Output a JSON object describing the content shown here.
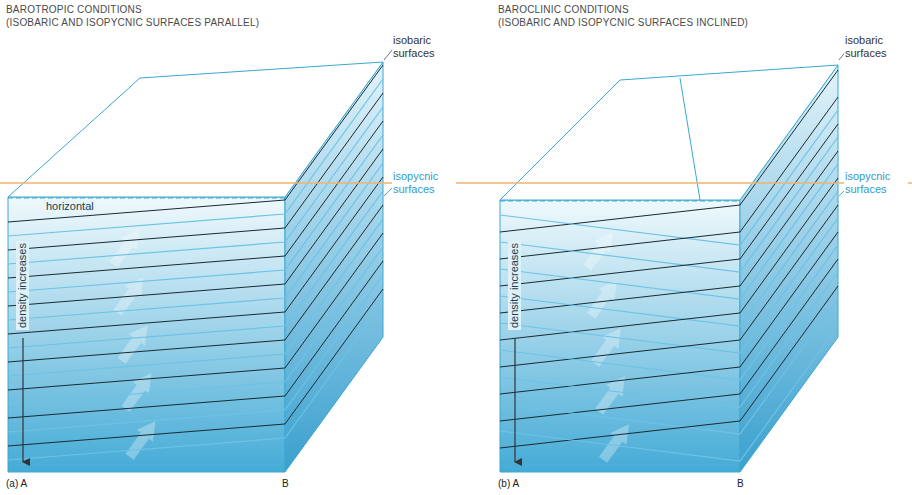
{
  "diagram": {
    "labels": [
      "BAROTROPIC CONDITIONS",
      "(ISOBARIC AND ISOPYCNIC SURFACES PARALLEL)",
      "horizontal",
      "isobaric surfaces",
      "isopycnic surfaces",
      "density increases",
      "(a) A",
      "B",
      "BAROCLINIC CONDITIONS",
      "(ISOBARIC AND ISOPYCNIC SURFACES INCLINED)",
      "isobaric surfaces",
      "isopycnic surfaces",
      "density increases",
      "(b) A",
      "B"
    ]
  }
}
